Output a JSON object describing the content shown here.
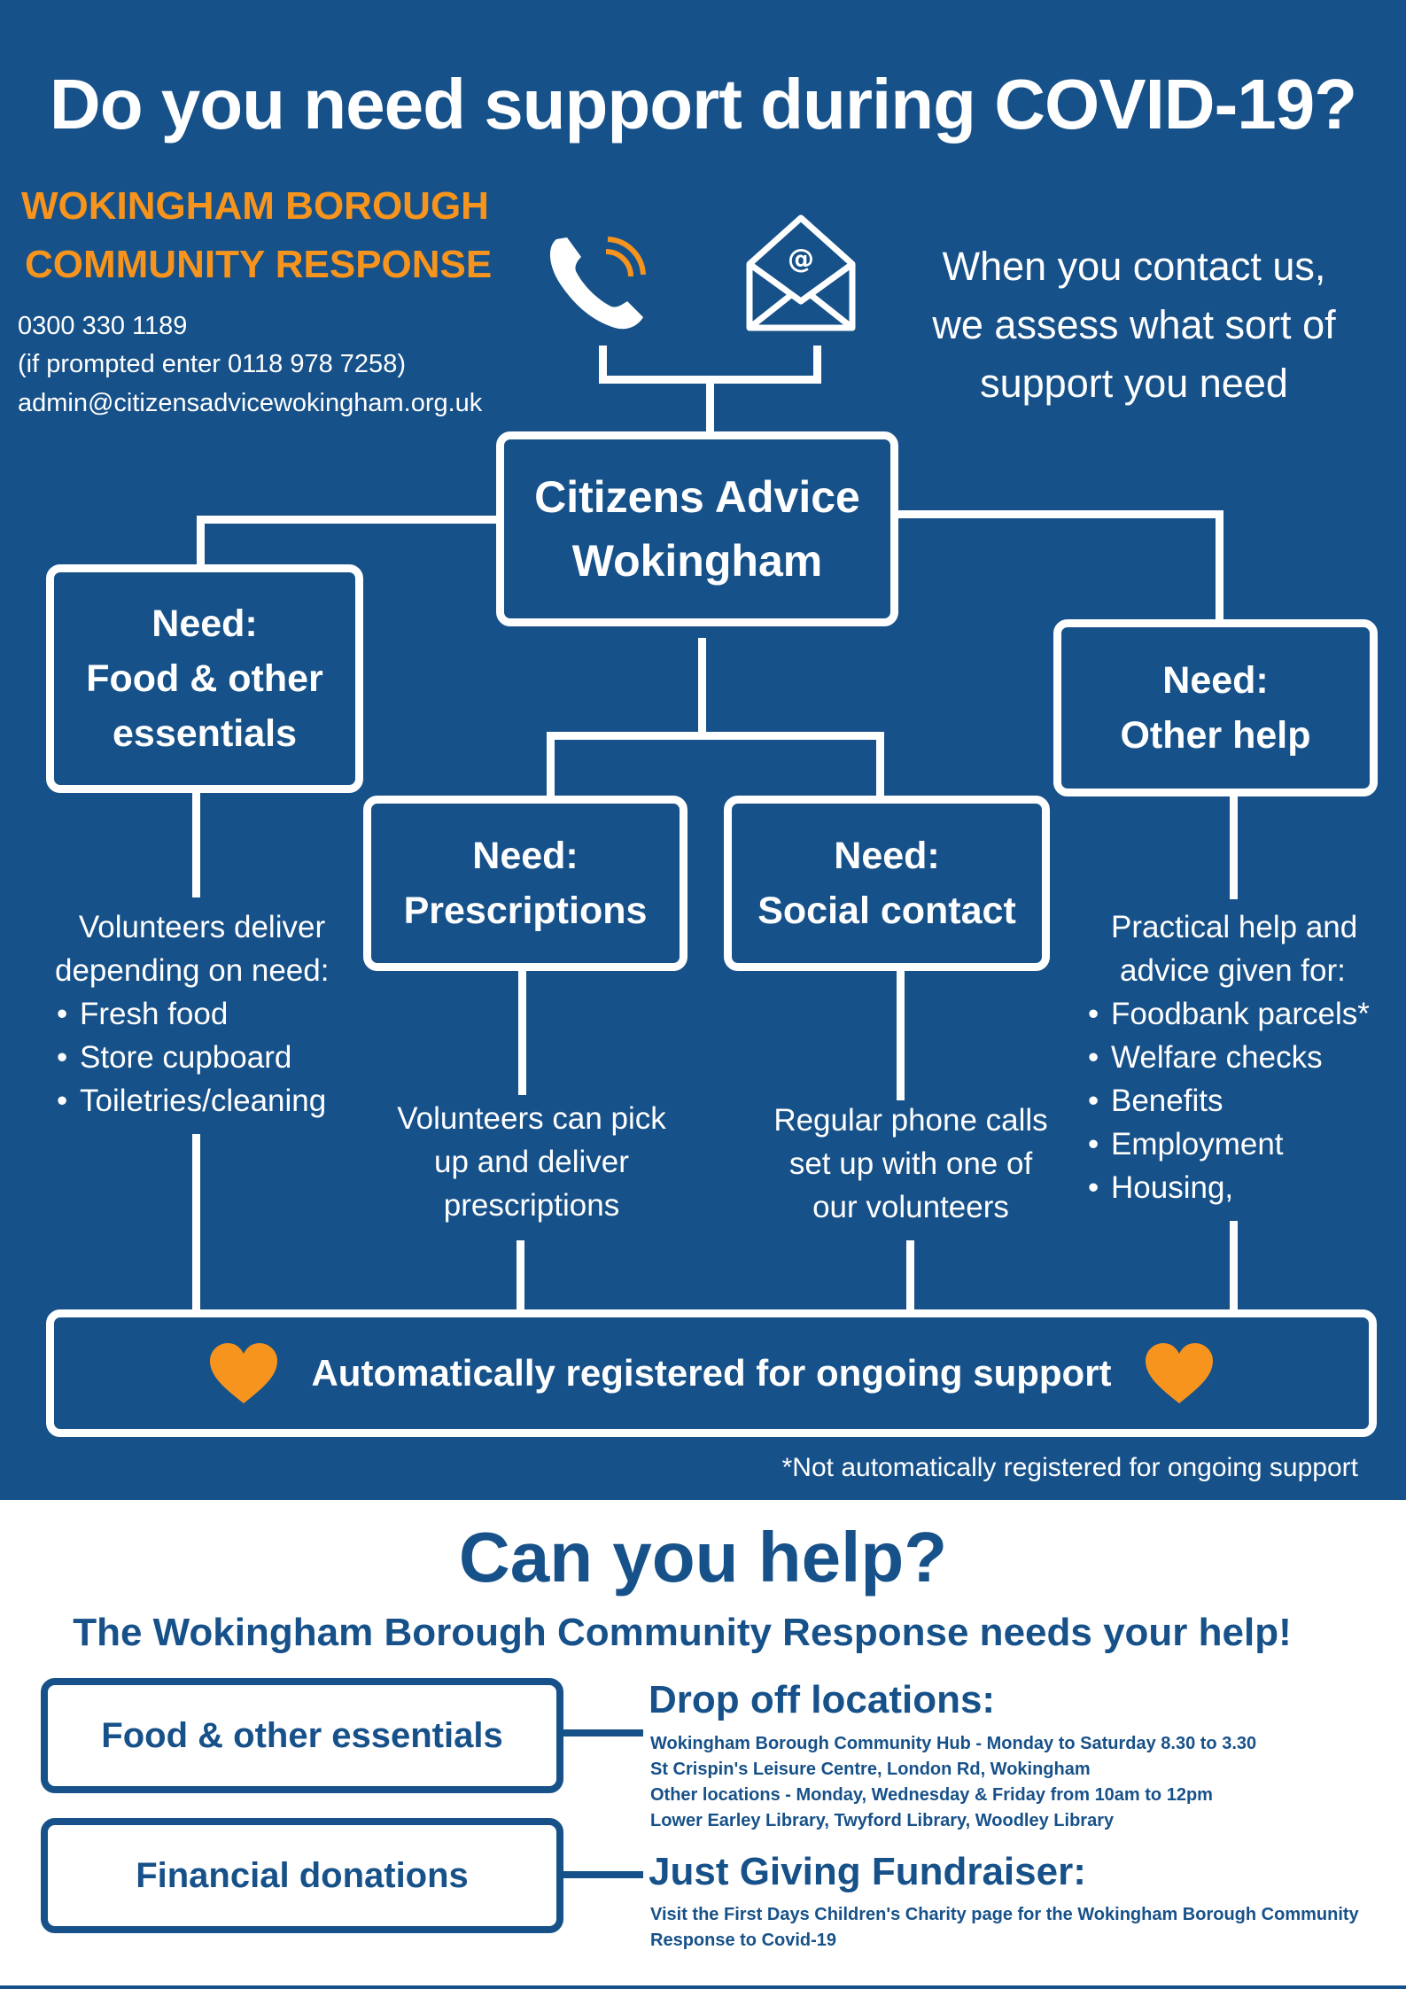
{
  "header": {
    "title": "Do you need support during COVID-19?",
    "org_line1": "WOKINGHAM BOROUGH",
    "org_line2": "COMMUNITY RESPONSE",
    "phone": "0300 330 1189",
    "phone_note": "(if prompted enter 0118 978 7258)",
    "email": "admin@citizensadvicewokingham.org.uk",
    "intro_line1": "When you contact us,",
    "intro_line2": "we assess what sort of",
    "intro_line3": "support you need",
    "icons": [
      "phone-icon",
      "email-icon"
    ]
  },
  "hub": {
    "line1": "Citizens Advice",
    "line2": "Wokingham"
  },
  "needs": {
    "food": {
      "label": "Need:",
      "line1": "Food & other",
      "line2": "essentials",
      "desc1": "Volunteers deliver",
      "desc2": "depending on need:",
      "items": [
        "Fresh food",
        "Store cupboard",
        "Toiletries/cleaning"
      ]
    },
    "prescriptions": {
      "label": "Need:",
      "line1": "Prescriptions",
      "desc1": "Volunteers can pick",
      "desc2": "up and deliver",
      "desc3": "prescriptions"
    },
    "social": {
      "label": "Need:",
      "line1": "Social contact",
      "desc1": "Regular phone calls",
      "desc2": "set up with one of",
      "desc3": "our volunteers"
    },
    "other": {
      "label": "Need:",
      "line1": "Other help",
      "desc1": "Practical help and",
      "desc2": "advice given for:",
      "items": [
        "Foodbank parcels*",
        "Welfare checks",
        "Benefits",
        "Employment",
        "Housing,"
      ]
    }
  },
  "registered": "Automatically registered for ongoing support",
  "footnote": "*Not automatically registered for ongoing support",
  "help": {
    "title": "Can you help?",
    "subtitle": "The Wokingham Borough Community Response needs your help!",
    "food_box": "Food & other essentials",
    "financial_box": "Financial donations",
    "dropoff_title": "Drop off locations:",
    "dropoff_lines": [
      "Wokingham Borough Community Hub - Monday to Saturday 8.30 to 3.30",
      "St Crispin's Leisure Centre, London Rd, Wokingham",
      "Other locations - Monday, Wednesday & Friday from 10am to 12pm",
      "Lower Earley Library, Twyford Library, Woodley Library"
    ],
    "giving_title": "Just Giving Fundraiser:",
    "giving_lines": [
      "Visit the First Days Children's Charity page for the Wokingham Borough Community",
      "Response to Covid-19"
    ]
  },
  "colors": {
    "navy": "#175189",
    "orange": "#f7941d",
    "white": "#ffffff"
  }
}
